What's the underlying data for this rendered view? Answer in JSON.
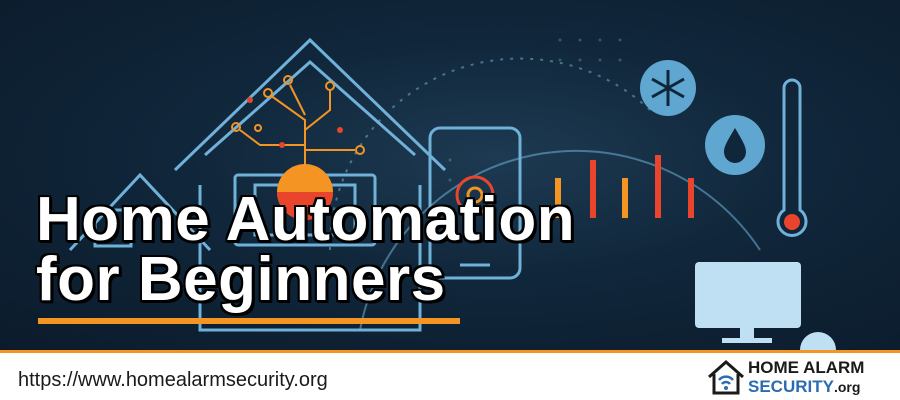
{
  "banner": {
    "headline_line1": "Home Automation",
    "headline_line2": "for Beginners",
    "url": "https://www.homealarmsecurity.org"
  },
  "logo": {
    "line1": "HOME ALARM",
    "line2": "SECURITY",
    "line2_suffix": ".org"
  },
  "colors": {
    "accent": "#f39423",
    "background": "#10263a",
    "line_art": "#6fb1d8",
    "alert": "#e8452c",
    "logo_blue": "#2b6cb0"
  },
  "icons": [
    "house-icon",
    "circuit-icon",
    "smartphone-icon",
    "bar-chart-icon",
    "snowflake-icon",
    "water-drop-icon",
    "thermometer-icon",
    "monitor-icon",
    "house-wifi-logo-icon"
  ]
}
